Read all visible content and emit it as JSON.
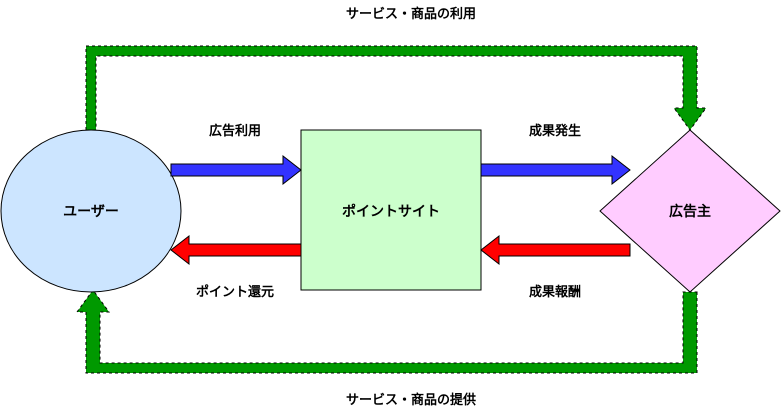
{
  "nodes": {
    "user": {
      "label": "ユーザー",
      "fill": "#cce5ff",
      "stroke": "#000000"
    },
    "site": {
      "label": "ポイントサイト",
      "fill": "#ccffcc",
      "stroke": "#000000"
    },
    "advertiser": {
      "label": "広告主",
      "fill": "#ffccff",
      "stroke": "#000000"
    }
  },
  "edges": {
    "ad_use": {
      "label": "広告利用",
      "fill": "#3333ff"
    },
    "result_occur": {
      "label": "成果発生",
      "fill": "#3333ff"
    },
    "point_return": {
      "label": "ポイント還元",
      "fill": "#ff0000"
    },
    "result_reward": {
      "label": "成果報酬",
      "fill": "#ff0000"
    },
    "service_use": {
      "label": "サービス・商品の利用",
      "fill": "#009900"
    },
    "service_provide": {
      "label": "サービス・商品の提供",
      "fill": "#009900"
    }
  }
}
